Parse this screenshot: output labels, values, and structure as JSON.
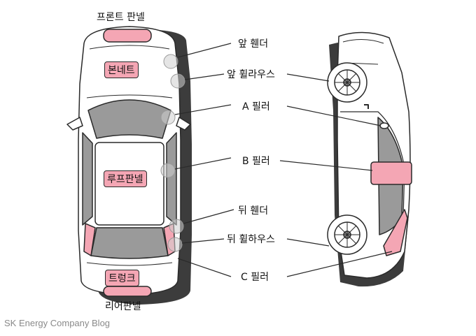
{
  "top_view": {
    "front_panel": "프론트 판넬",
    "bonnet": "본네트",
    "roof_panel": "루프판넬",
    "trunk": "트렁크",
    "rear_panel": "리어판넬"
  },
  "callouts": {
    "front_fender": "앞 휀더",
    "front_wheelhouse": "앞 휠라우스",
    "a_pillar": "A 필러",
    "b_pillar": "B 필러",
    "rear_fender": "뒤 휀더",
    "rear_wheelhouse": "뒤 휠하우스",
    "c_pillar": "C 필러"
  },
  "footer": {
    "credit": "SK Energy Company Blog"
  },
  "colors": {
    "highlight": "#f4a6b4",
    "outline": "#2a2a2a",
    "glass": "#9a9a9a",
    "shadow": "#3c3c3c"
  }
}
